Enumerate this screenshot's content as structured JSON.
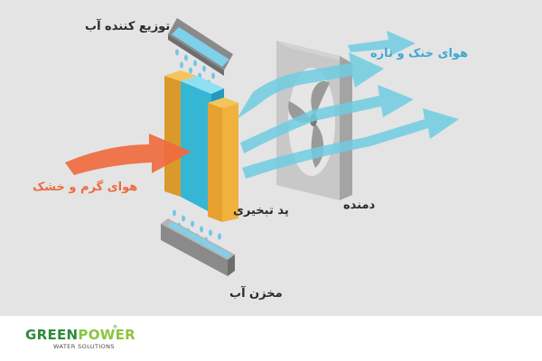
{
  "labels": {
    "water_distributor": "توزیع کننده آب",
    "hot_dry_air": "هوای گرم و خشک",
    "evaporative_pad": "پد تبخیری",
    "water_reservoir": "مخزن آب",
    "fan": "دمنده",
    "cool_fresh_air": "هوای خنک و تازه"
  },
  "logo": {
    "name_part1": "GREEN",
    "name_part2": "POWER",
    "registered": "®",
    "tagline": "WATER SOLUTIONS"
  },
  "colors": {
    "background": "#e4e4e4",
    "hot_air": "#ef6b3f",
    "cool_air": "#6fcde2",
    "pad_frame": "#f1b13d",
    "pad_core": "#35b6d4",
    "water_drop": "#74c6e8",
    "logo_green": "#2f8a3a",
    "logo_lime": "#8cc43f",
    "label_dark": "#2a2a2a",
    "label_blue": "#3fa8d4"
  },
  "icons": [
    "water-drop-icon",
    "fan-icon",
    "arrow-icon"
  ]
}
